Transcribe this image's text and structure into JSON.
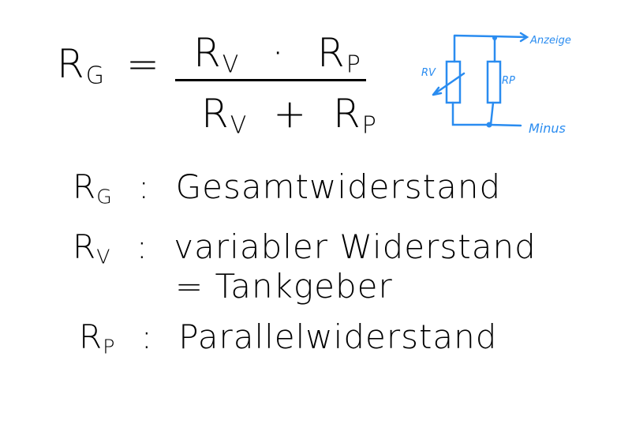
{
  "formula": {
    "lhs": "R",
    "lhs_sub": "G",
    "equals": "=",
    "num_a": "R",
    "num_a_sub": "V",
    "num_op": "·",
    "num_b": "R",
    "num_b_sub": "P",
    "den_a": "R",
    "den_a_sub": "V",
    "den_op": "+",
    "den_b": "R",
    "den_b_sub": "P"
  },
  "definitions": [
    {
      "sym": "R",
      "sub": "G",
      "colon": ":",
      "text": "Gesamtwiderstand"
    },
    {
      "sym": "R",
      "sub": "V",
      "colon": ":",
      "text": "variabler Widerstand",
      "text2": "= Tankgeber"
    },
    {
      "sym": "R",
      "sub": "P",
      "colon": ":",
      "text": "Parallelwiderstand"
    }
  ],
  "circuit": {
    "color": "#2a8cf0",
    "rv_label": "RV",
    "rp_label": "RP",
    "output_label": "Anzeige",
    "ground_label": "Minus"
  }
}
